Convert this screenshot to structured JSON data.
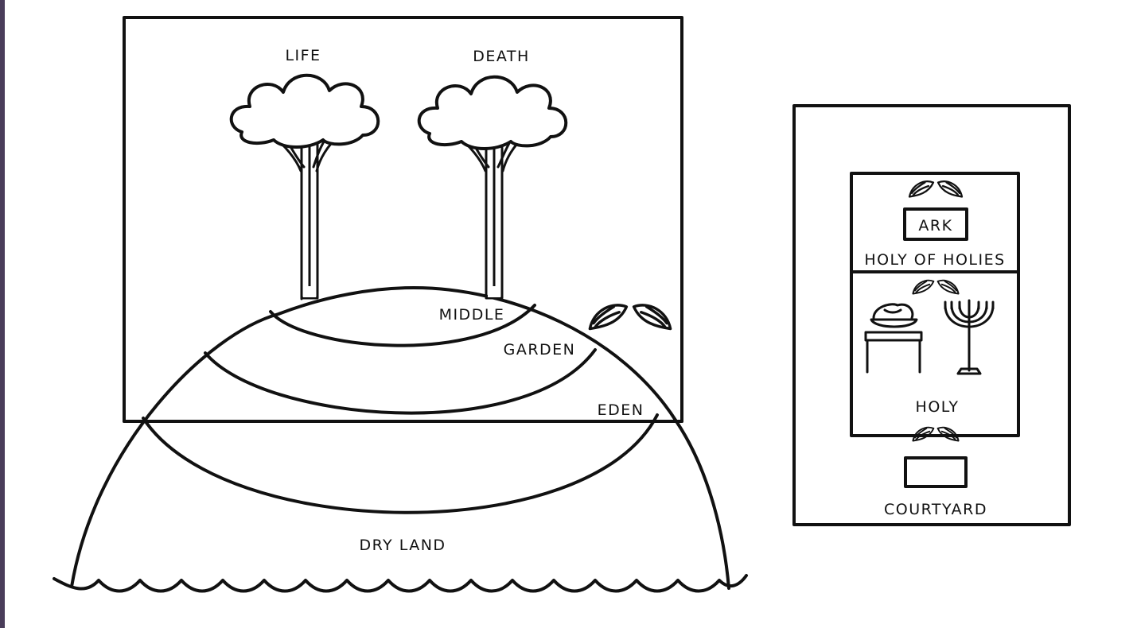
{
  "garden": {
    "tree_left_label": "LIFE",
    "tree_right_label": "DEATH",
    "middle_label": "MIDDLE",
    "garden_label": "GARDEN",
    "eden_label": "EDEN",
    "dry_land_label": "DRY LAND",
    "tree_left_icon": "tree-icon",
    "tree_right_icon": "tree-icon",
    "cherubim_icon": "cherub-wings-icon",
    "waves_icon": "waves-icon"
  },
  "tabernacle": {
    "ark_label": "ARK",
    "holy_of_holies_label": "HOLY OF HOLIES",
    "holy_label": "HOLY",
    "courtyard_label": "COURTYARD",
    "table_icon": "bread-table-icon",
    "menorah_icon": "menorah-icon",
    "altar_icon": "altar-icon",
    "cherubim_icon": "cherub-wings-icon"
  },
  "colors": {
    "ink": "#111111",
    "background": "#ffffff",
    "edge": "#4a3d5a"
  }
}
